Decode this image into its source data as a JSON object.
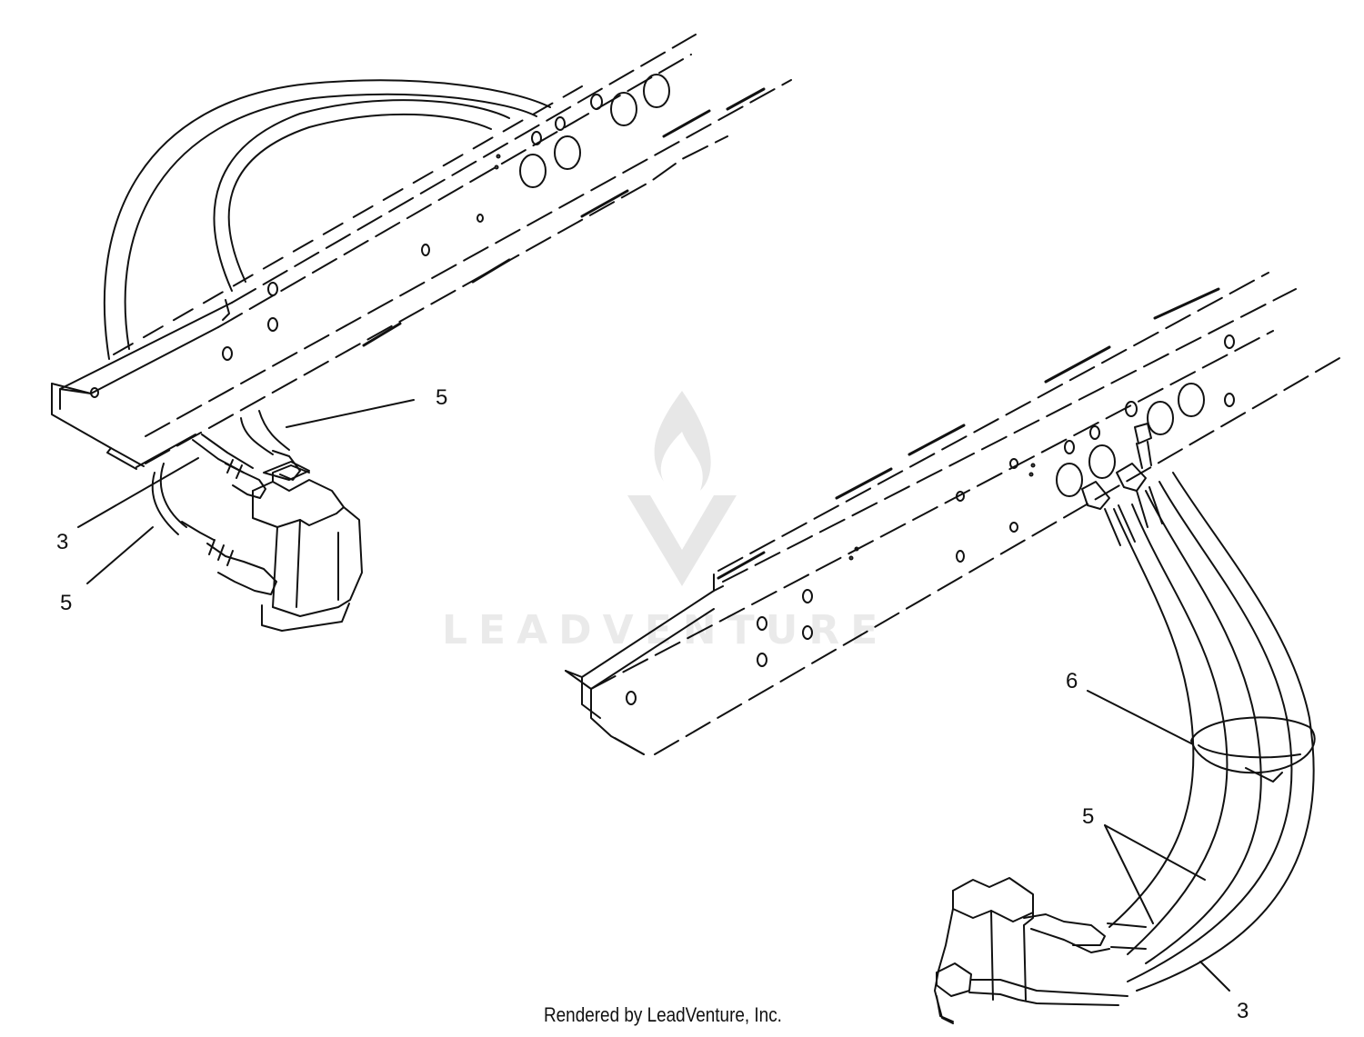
{
  "callouts": [
    {
      "id": "c1",
      "label": "5"
    },
    {
      "id": "c2",
      "label": "3"
    },
    {
      "id": "c3",
      "label": "5"
    },
    {
      "id": "c4",
      "label": "6"
    },
    {
      "id": "c5",
      "label": "5"
    },
    {
      "id": "c6",
      "label": "3"
    }
  ],
  "watermark": {
    "text": "LEADVENTURE"
  },
  "footer": {
    "text": "Rendered by LeadVenture, Inc."
  },
  "colors": {
    "line": "#111111",
    "background": "#ffffff"
  }
}
